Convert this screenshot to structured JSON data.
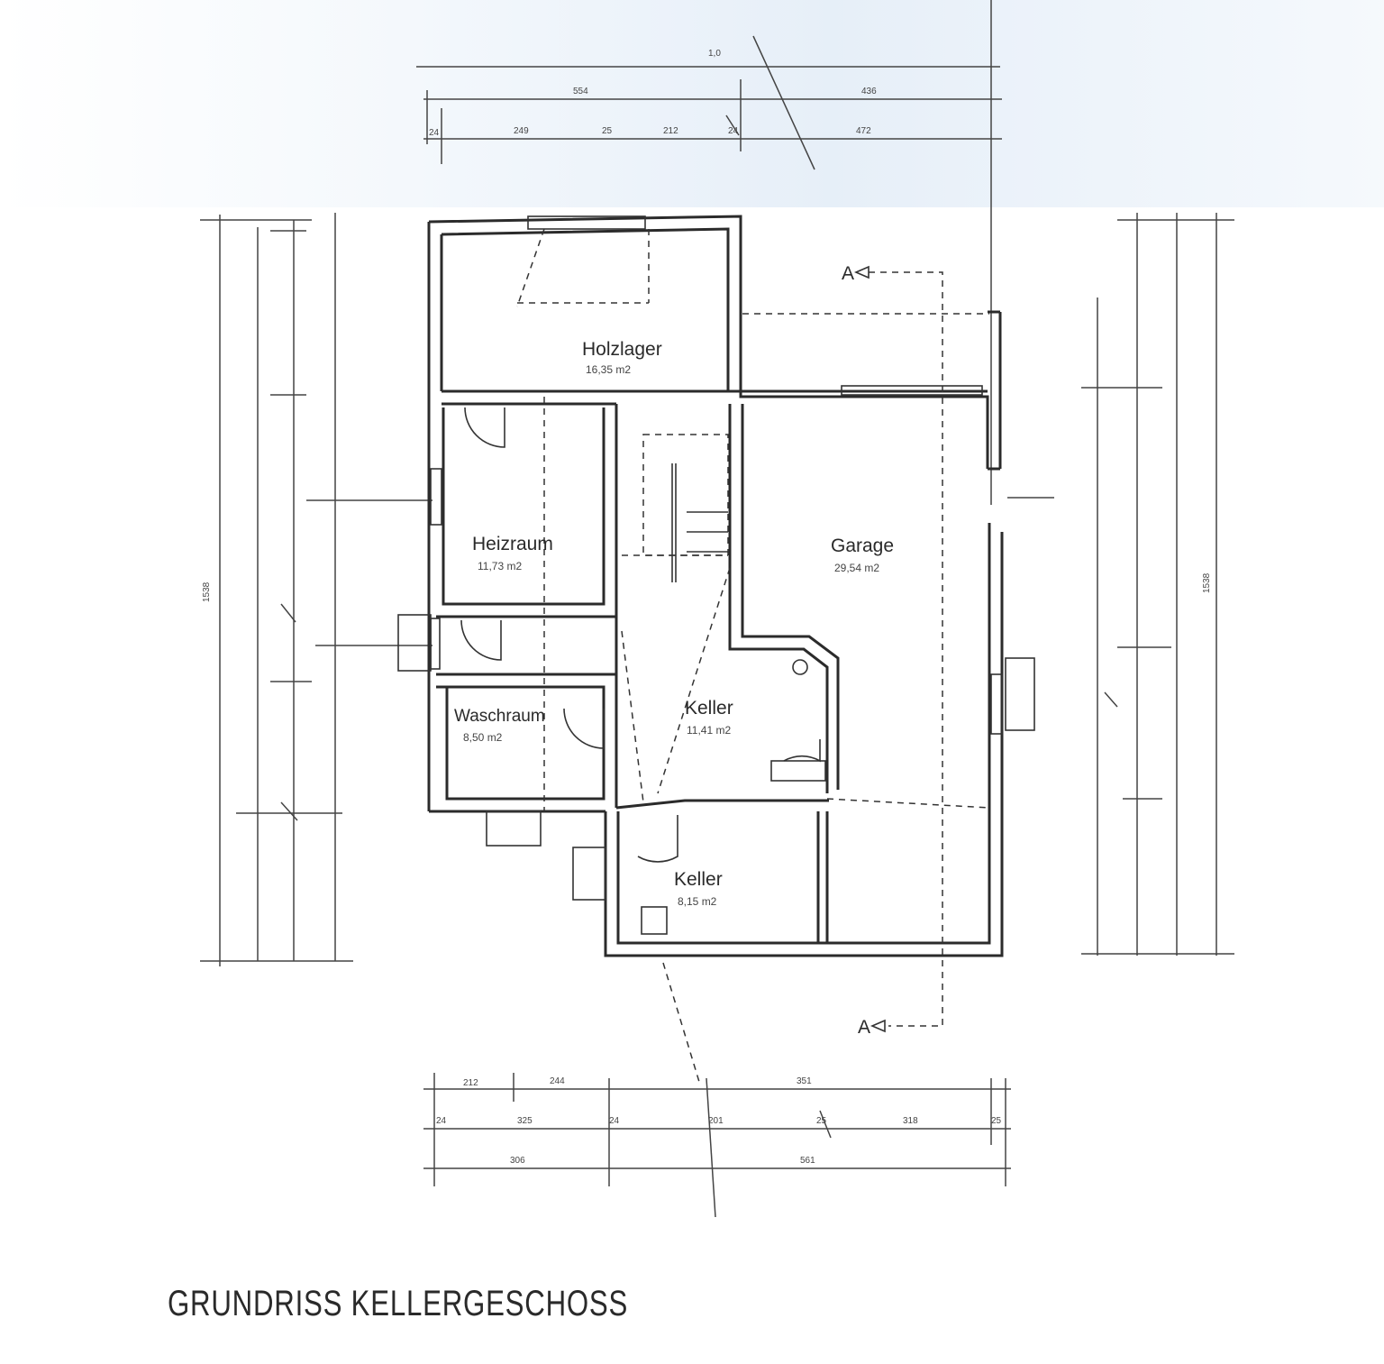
{
  "title": "GRUNDRISS KELLERGESCHOSS",
  "rooms": {
    "holzlager": {
      "name": "Holzlager",
      "area": "16,35 m2"
    },
    "heizraum": {
      "name": "Heizraum",
      "area": "11,73 m2"
    },
    "waschraum": {
      "name": "Waschraum",
      "area": "8,50 m2"
    },
    "keller_main": {
      "name": "Keller",
      "area": "11,41 m2"
    },
    "keller_small": {
      "name": "Keller",
      "area": "8,15 m2"
    },
    "garage": {
      "name": "Garage",
      "area": "29,54 m2"
    }
  },
  "section_marks": {
    "top": "A",
    "bottom": "A"
  },
  "dimensions": {
    "top_total": "1,0",
    "top_row2": [
      "554",
      "436"
    ],
    "top_row3": [
      "24",
      "249",
      "25",
      "212",
      "24",
      "472"
    ],
    "bottom_row1": [
      "212",
      "244",
      "351"
    ],
    "bottom_row2": [
      "24",
      "325",
      "24",
      "201",
      "25",
      "318",
      "25"
    ],
    "bottom_row3": [
      "306",
      "561"
    ],
    "left_outer": "1538",
    "right_outer": "1538"
  }
}
